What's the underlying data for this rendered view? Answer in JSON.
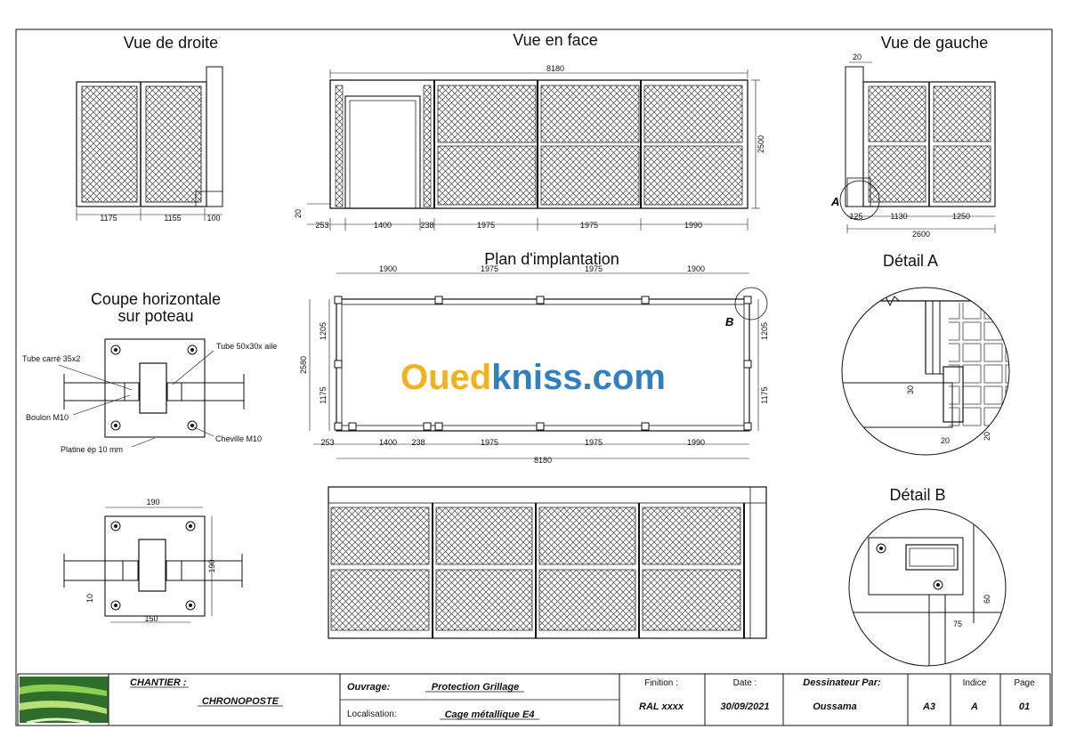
{
  "views": {
    "right_title": "Vue de droite",
    "front_title": "Vue en face",
    "left_title": "Vue de gauche",
    "plan_title": "Plan d'implantation",
    "section_title_1": "Coupe horizontale",
    "section_title_2": "sur poteau",
    "detail_a_title": "Détail A",
    "detail_b_title": "Détail B"
  },
  "dims": {
    "right": [
      "1175",
      "1155",
      "100"
    ],
    "front_total": "8180",
    "front_height": "2500",
    "front_base": "20",
    "front": [
      "253",
      "1400",
      "238",
      "1975",
      "1975",
      "1990"
    ],
    "left_top": "20",
    "left": [
      "125",
      "1130",
      "1250"
    ],
    "left_total": "2600",
    "left_marker": "A",
    "plan_top": [
      "1900",
      "1975",
      "1975",
      "1900"
    ],
    "plan_left_total": "2580",
    "plan_left": [
      "1205",
      "1175"
    ],
    "plan_right": [
      "1205",
      "1175"
    ],
    "plan_bottom": [
      "253",
      "1400",
      "238",
      "1975",
      "1975",
      "1990"
    ],
    "plan_total": "8180",
    "plan_marker": "B",
    "section_w": "190",
    "section_h": "190",
    "section_inner": "150",
    "section_offset": "10",
    "detail_a_1": "30",
    "detail_a_2": "20",
    "detail_a_3": "20",
    "detail_b_1": "60",
    "detail_b_2": "75"
  },
  "labels": {
    "tube_carre": "Tube carré 35x2",
    "tube_50": "Tube 50x30x aile",
    "boulon": "Boulon M10",
    "cheville": "Cheville M10",
    "platine": "Platine ép 10 mm"
  },
  "watermark": {
    "part1": "Oued",
    "part2": "kniss",
    "part3": ".com"
  },
  "title_block": {
    "chantier_label": "CHANTIER :",
    "chantier_value": "CHRONOPOSTE",
    "ouvrage_label": "Ouvrage:",
    "ouvrage_value": "Protection Grillage",
    "localisation_label": "Localisation:",
    "localisation_value": "Cage métallique E4",
    "finition_label": "Finition :",
    "finition_value": "RAL xxxx",
    "date_label": "Date :",
    "date_value": "30/09/2021",
    "dessinateur_label": "Dessinateur Par:",
    "dessinateur_value": "Oussama",
    "format_value": "A3",
    "indice_label": "Indice",
    "indice_value": "A",
    "page_label": "Page",
    "page_value": "01"
  },
  "colors": {
    "line": "#111111",
    "mesh": "#555555",
    "wm_yellow": "#f2b21b",
    "wm_blue": "#2f7fc1"
  }
}
